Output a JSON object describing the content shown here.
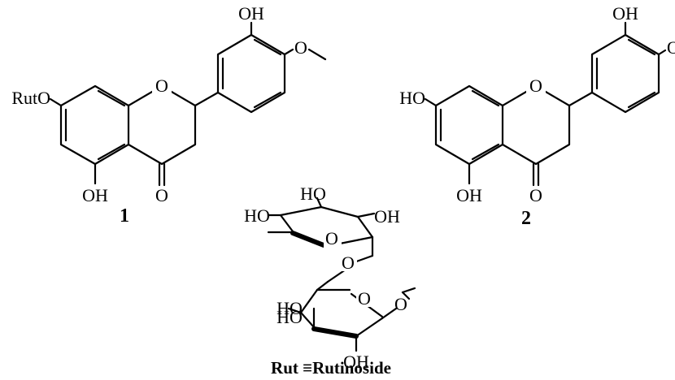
{
  "compound_1": {
    "number": "1",
    "labels": {
      "rut_o": "RutO",
      "ring_o": "O",
      "oh_5": "OH",
      "carbonyl_o": "O",
      "oh_3p": "OH",
      "ome_o": "O"
    }
  },
  "compound_2": {
    "number": "2",
    "labels": {
      "ho_7": "HO",
      "ring_o": "O",
      "oh_5": "OH",
      "carbonyl_o": "O",
      "oh_3p": "OH",
      "ome_o": "O"
    }
  },
  "rutinoside": {
    "labels": {
      "rham_ho_top": "HO",
      "rham_ho_left": "HO",
      "rham_oh_right": "OH",
      "rham_ring_o": "O",
      "link_o": "O",
      "glc_ring_o": "O",
      "glc_ho_a": "HO",
      "glc_ho_b": "HO",
      "glc_oh_bottom": "OH",
      "glc_o_anomeric": "O"
    },
    "caption": "Rut ≡Rutinoside"
  }
}
